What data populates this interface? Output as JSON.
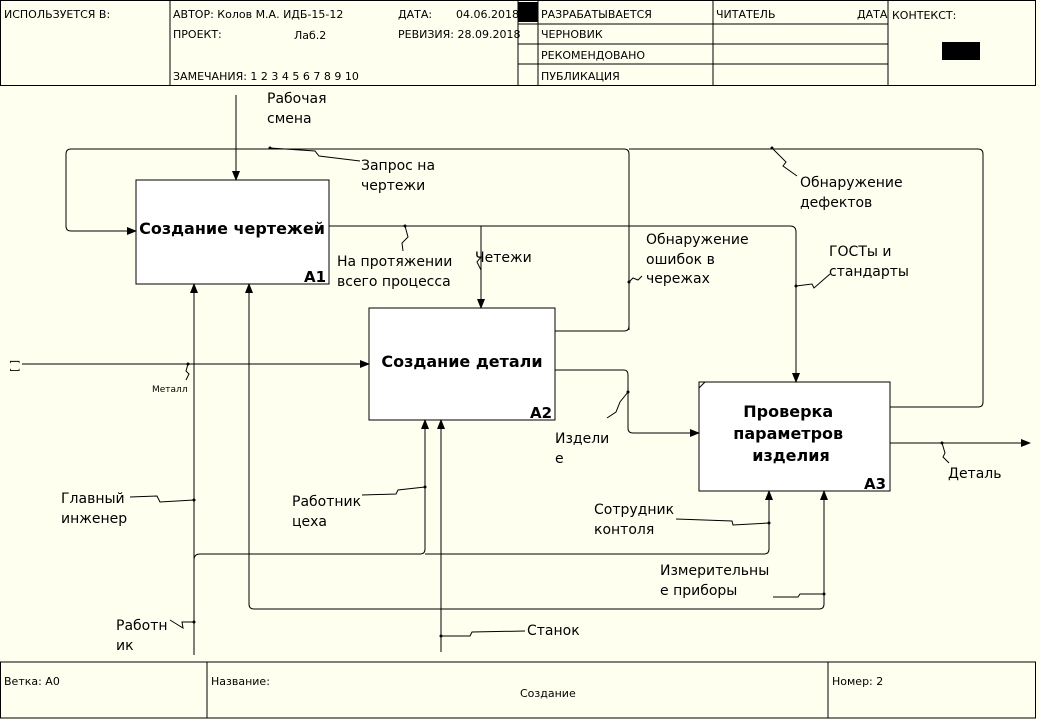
{
  "header": {
    "used_in": "ИСПОЛЬЗУЕТСЯ В:",
    "author": "АВТОР: Колов М.А. ИДБ-15-12",
    "project_label": "ПРОЕКТ:",
    "project_value": "Лаб.2",
    "notes": "ЗАМЕЧАНИЯ:  1  2  3  4  5  6  7  8  9  10",
    "date_label": "ДАТА:",
    "date_value": "04.06.2018",
    "revision": "РЕВИЗИЯ: 28.09.2018",
    "status_working": "РАЗРАБАТЫВАЕТСЯ",
    "status_draft": "ЧЕРНОВИК",
    "status_recommended": "РЕКОМЕНДОВАНО",
    "status_publication": "ПУБЛИКАЦИЯ",
    "reader": "ЧИТАТЕЛЬ",
    "reader_date": "ДАТА",
    "context": "КОНТЕКСТ:"
  },
  "boxes": [
    {
      "title": [
        "Создание чертежей"
      ],
      "number": "A1"
    },
    {
      "title": [
        "Создание детали"
      ],
      "number": "A2"
    },
    {
      "title": [
        "Проверка",
        "параметров",
        "изделия"
      ],
      "number": "A3"
    }
  ],
  "arrows": {
    "shift": [
      "Рабочая",
      "смена"
    ],
    "drawing_request": [
      "Запрос на",
      "чертежи"
    ],
    "defects": [
      "Обнаружение",
      "дефектов"
    ],
    "whole_process": [
      "На протяжении",
      "всего процесса"
    ],
    "drawings": [
      "Четежи"
    ],
    "drawing_errors": [
      "Обнаружение",
      "ошибок в",
      "чережах"
    ],
    "gost": [
      "ГОСТы и",
      "стандарты"
    ],
    "bracket": "[ ]",
    "metal": "Металл",
    "product": [
      "Издели",
      "е"
    ],
    "detail": "Деталь",
    "chief_engineer": [
      "Главный",
      "инженер"
    ],
    "shop_worker": [
      "Работник",
      "цеха"
    ],
    "inspector": [
      "Сотрудник",
      "контоля"
    ],
    "instruments": [
      "Измерительны",
      "е приборы"
    ],
    "worker": [
      "Работн",
      "ик"
    ],
    "machine": "Станок"
  },
  "footer": {
    "branch": "Ветка:  A0",
    "name_label": "Название:",
    "name_value": "Создание",
    "number": "Номер:  2"
  }
}
